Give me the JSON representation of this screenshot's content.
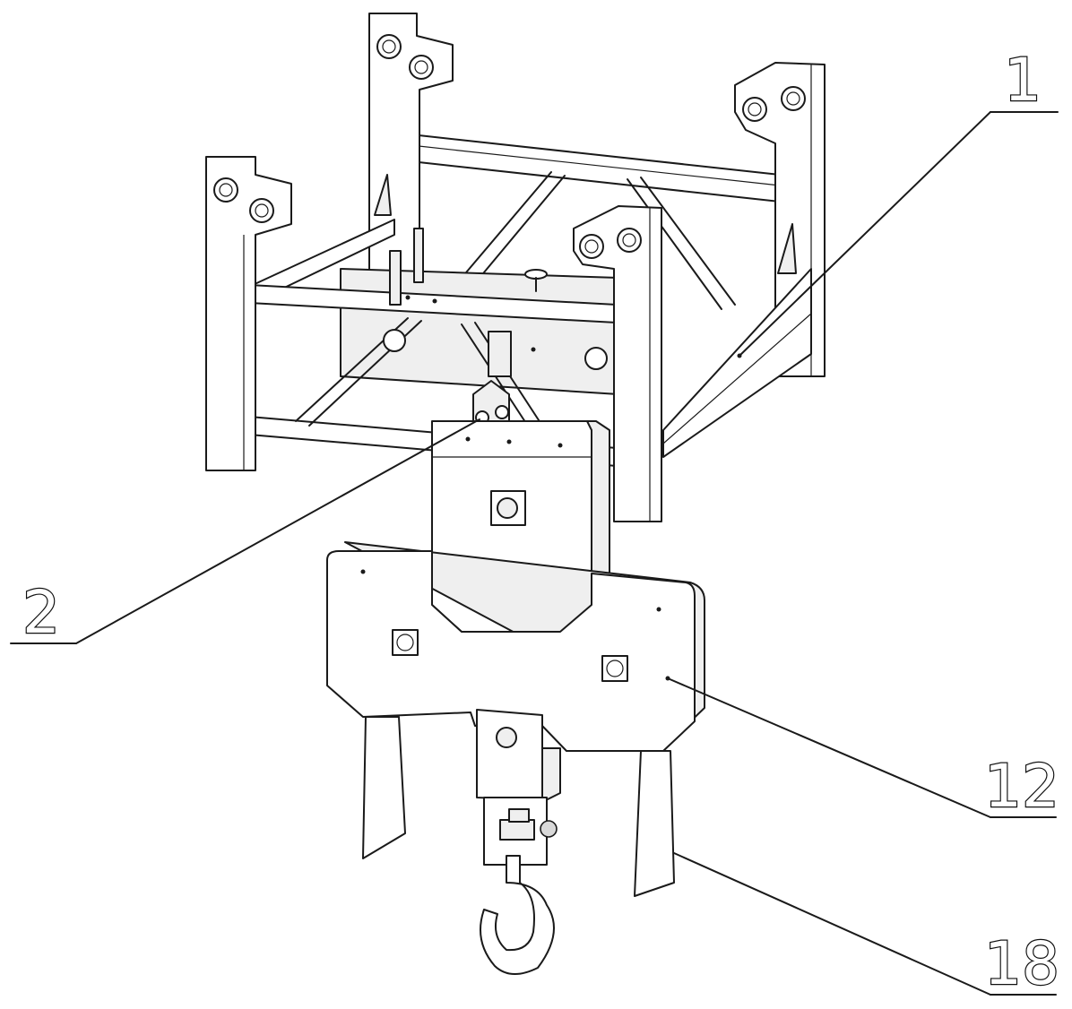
{
  "callouts": [
    {
      "id": "1",
      "text": "1"
    },
    {
      "id": "2",
      "text": "2"
    },
    {
      "id": "12",
      "text": "12"
    },
    {
      "id": "18",
      "text": "18"
    }
  ]
}
